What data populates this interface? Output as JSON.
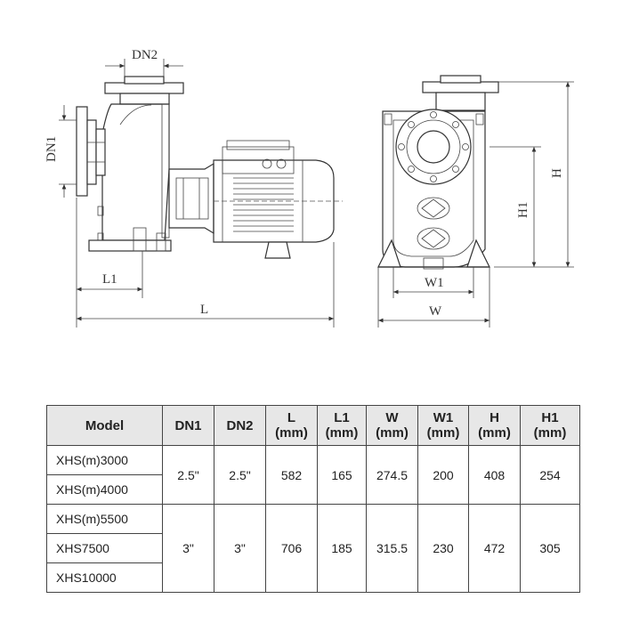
{
  "drawing": {
    "labels": {
      "dn2": "DN2",
      "dn1": "DN1",
      "l1": "L1",
      "l": "L",
      "w1": "W1",
      "w": "W",
      "h1": "H1",
      "h": "H"
    }
  },
  "table": {
    "headers": [
      {
        "line1": "Model",
        "line2": ""
      },
      {
        "line1": "DN1",
        "line2": ""
      },
      {
        "line1": "DN2",
        "line2": ""
      },
      {
        "line1": "L",
        "line2": "(mm)"
      },
      {
        "line1": "L1",
        "line2": "(mm)"
      },
      {
        "line1": "W",
        "line2": "(mm)"
      },
      {
        "line1": "W1",
        "line2": "(mm)"
      },
      {
        "line1": "H",
        "line2": "(mm)"
      },
      {
        "line1": "H1",
        "line2": "(mm)"
      }
    ],
    "groups": [
      {
        "models": [
          "XHS(m)3000",
          "XHS(m)4000"
        ],
        "dn1": "2.5\"",
        "dn2": "2.5\"",
        "l": "582",
        "l1": "165",
        "w": "274.5",
        "w1": "200",
        "h": "408",
        "h1": "254"
      },
      {
        "models": [
          "XHS(m)5500",
          "XHS7500",
          "XHS10000"
        ],
        "dn1": "3\"",
        "dn2": "3\"",
        "l": "706",
        "l1": "185",
        "w": "315.5",
        "w1": "230",
        "h": "472",
        "h1": "305"
      }
    ]
  }
}
